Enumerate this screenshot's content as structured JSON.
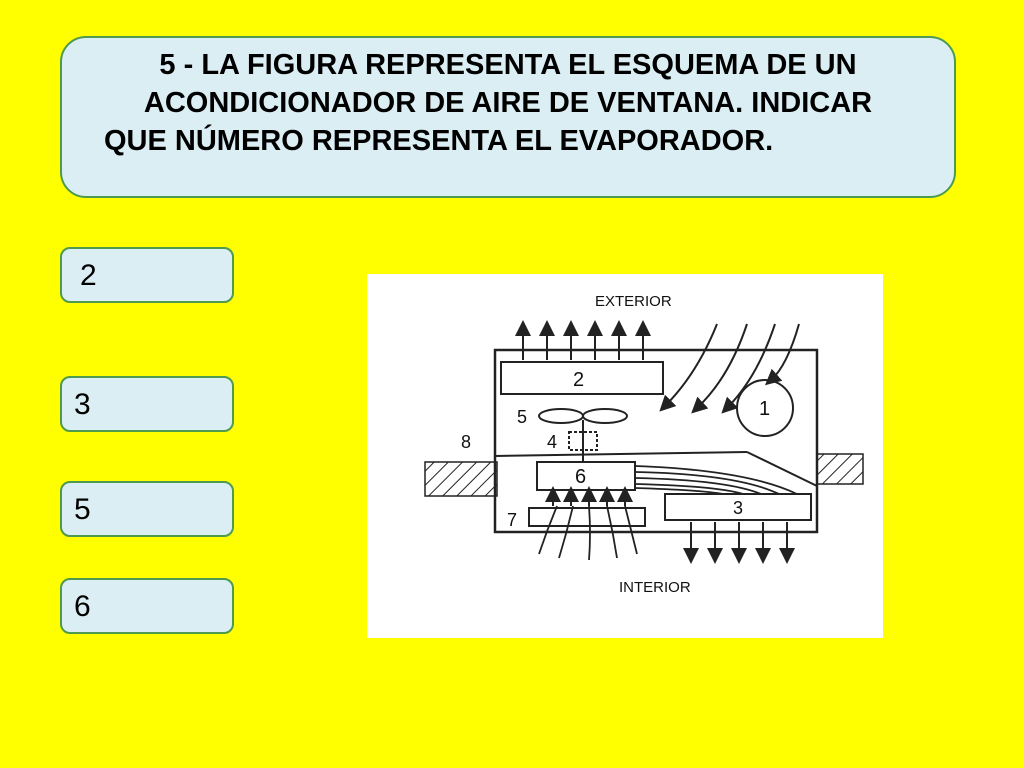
{
  "question": {
    "line1": "5 - LA FIGURA REPRESENTA EL ESQUEMA DE UN",
    "line2": "ACONDICIONADOR DE AIRE DE VENTANA. INDICAR",
    "line3": "QUE NÚMERO REPRESENTA EL EVAPORADOR."
  },
  "options": [
    {
      "label": "2"
    },
    {
      "label": "3"
    },
    {
      "label": "5"
    },
    {
      "label": "6"
    }
  ],
  "figure": {
    "top_label": "EXTERIOR",
    "bottom_label": "INTERIOR",
    "n1": "1",
    "n2": "2",
    "n3": "3",
    "n4": "4",
    "n5": "5",
    "n6": "6",
    "n7": "7",
    "n8": "8"
  },
  "colors": {
    "background": "#ffff00",
    "box_fill": "#dbeef4",
    "box_border": "#4e9a4e"
  }
}
